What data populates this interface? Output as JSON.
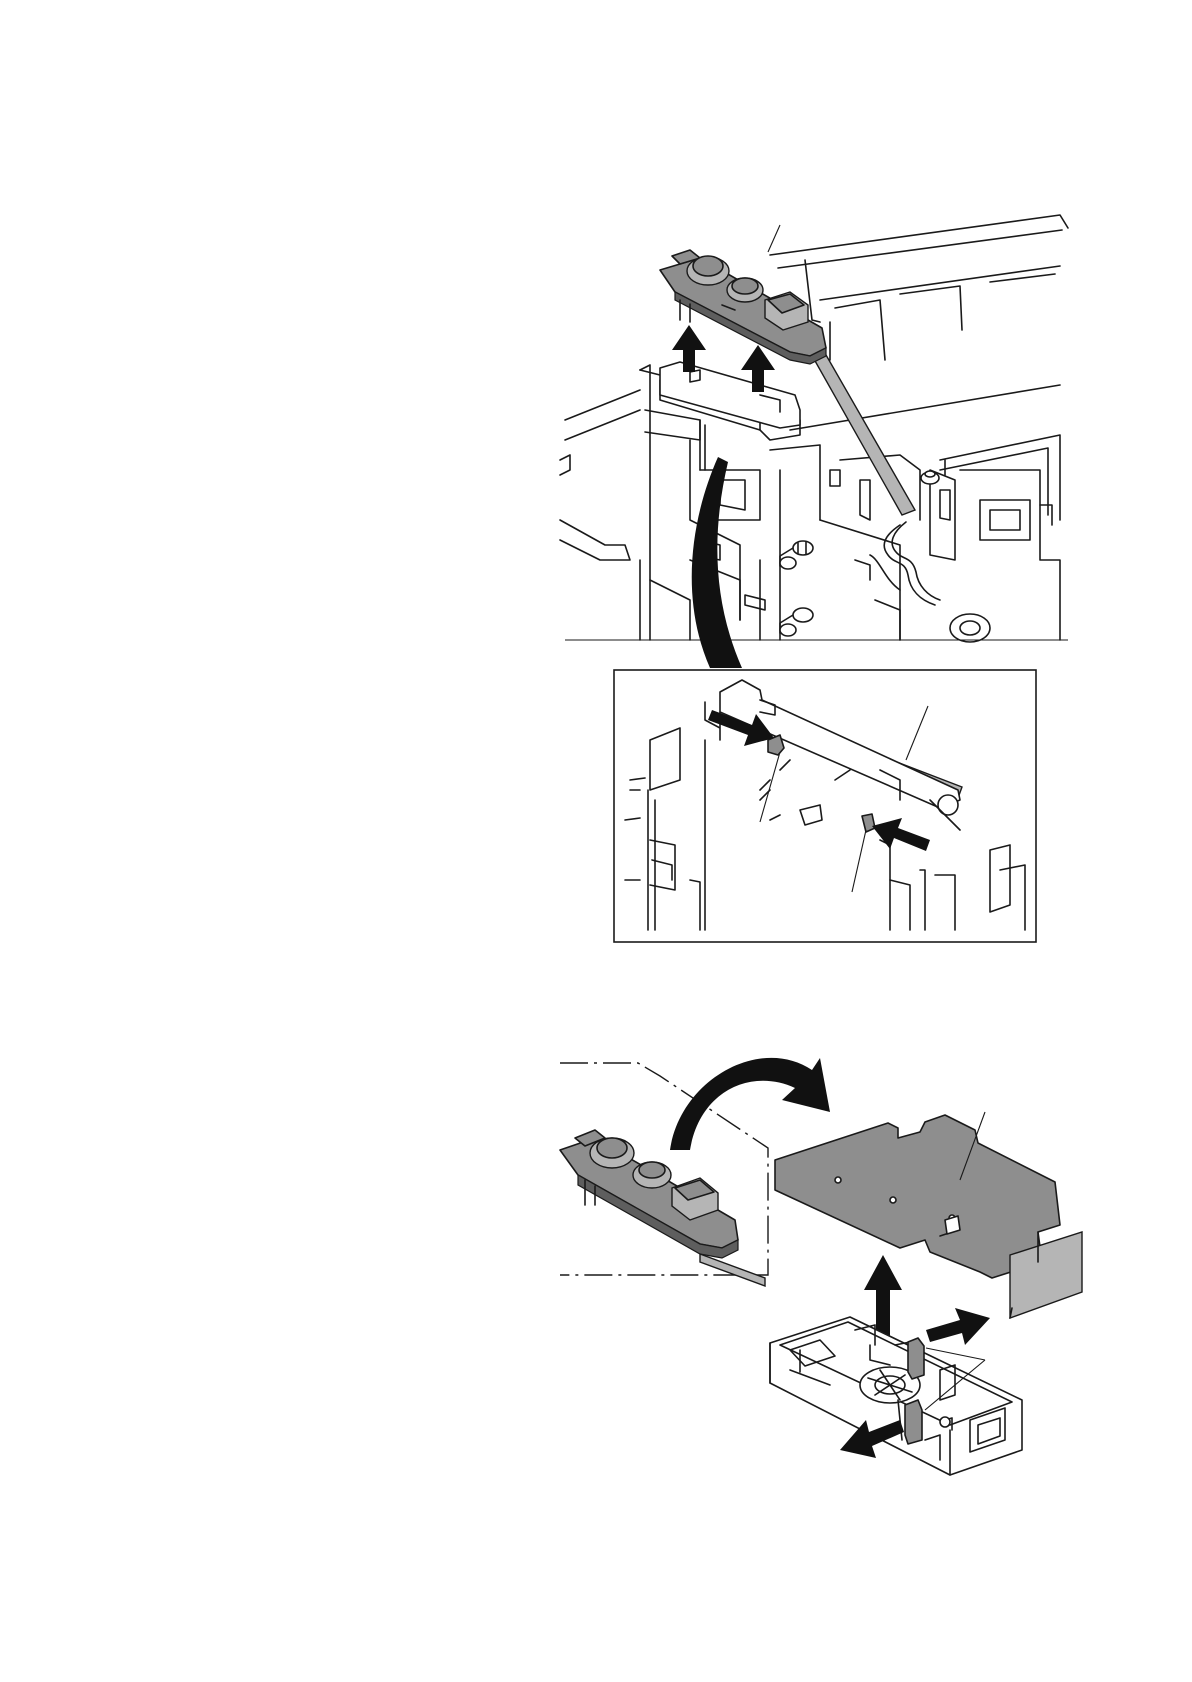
{
  "figures": [
    {
      "id": "figure-1",
      "description_parts": [
        "operation-panel-unit",
        "panel-mount-detail-inset",
        "hooks"
      ]
    },
    {
      "id": "figure-2",
      "description_parts": [
        "operation-panel-unit-flipped",
        "panel-pcb",
        "panel-frame-hooks"
      ]
    }
  ],
  "colors": {
    "line": "#1a1a1a",
    "part_fill": "#8e8e8e",
    "arrow": "#111111",
    "background": "#ffffff"
  }
}
